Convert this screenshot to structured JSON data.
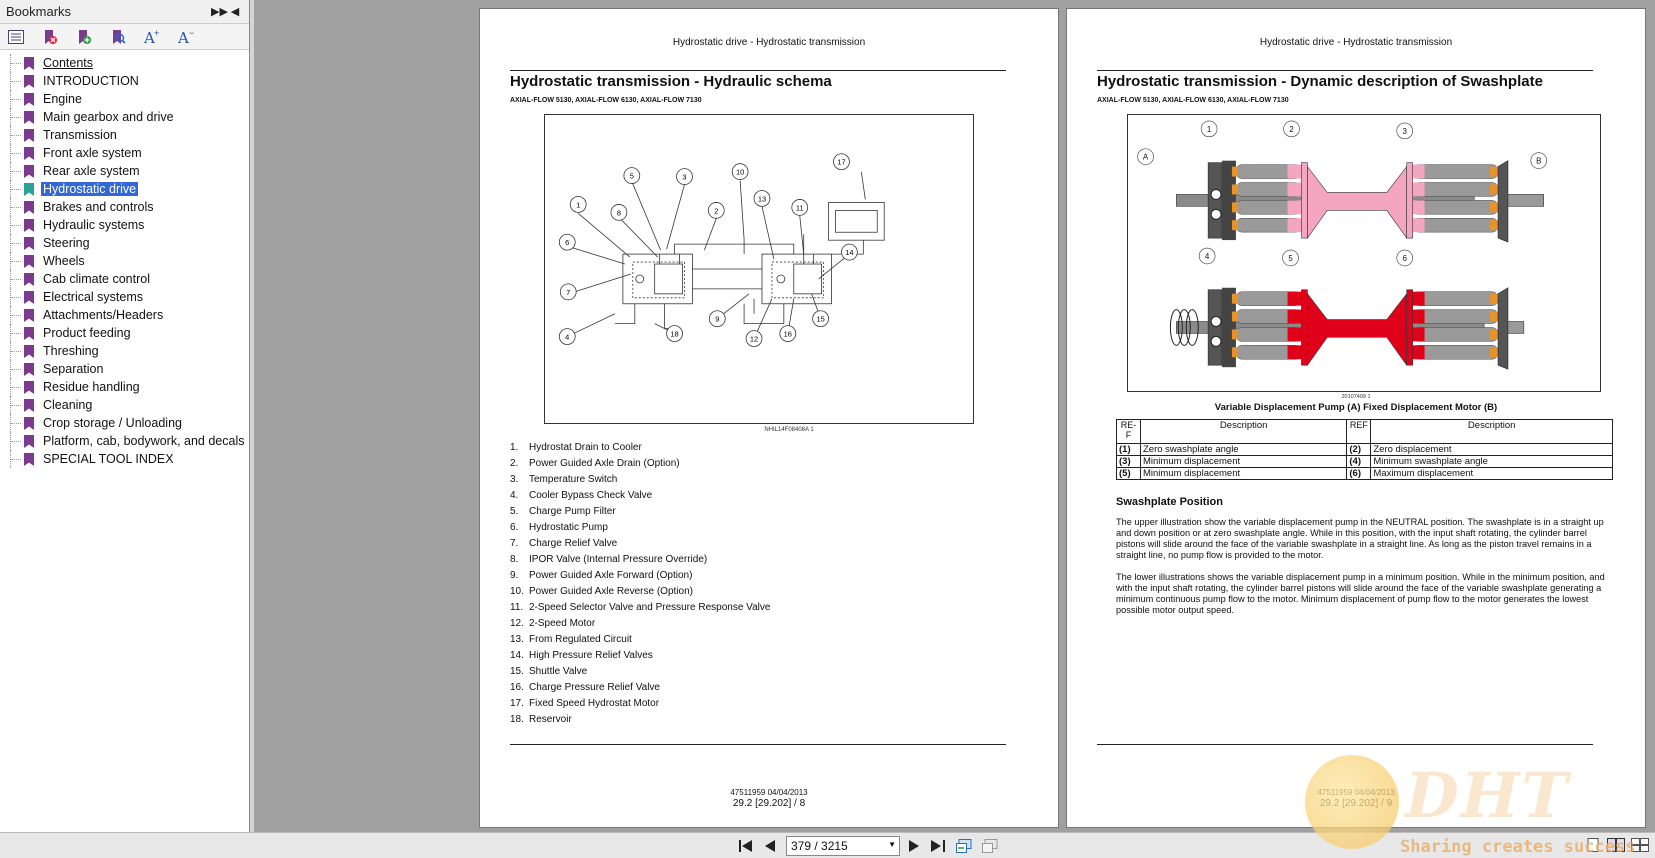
{
  "sidebar": {
    "title": "Bookmarks",
    "items": [
      {
        "label": "Contents"
      },
      {
        "label": "INTRODUCTION"
      },
      {
        "label": "Engine"
      },
      {
        "label": "Main gearbox and drive"
      },
      {
        "label": "Transmission"
      },
      {
        "label": "Front axle system"
      },
      {
        "label": "Rear axle system"
      },
      {
        "label": "Hydrostatic drive"
      },
      {
        "label": "Brakes and controls"
      },
      {
        "label": "Hydraulic systems"
      },
      {
        "label": "Steering"
      },
      {
        "label": "Wheels"
      },
      {
        "label": "Cab climate control"
      },
      {
        "label": "Electrical systems"
      },
      {
        "label": "Attachments/Headers"
      },
      {
        "label": "Product feeding"
      },
      {
        "label": "Threshing"
      },
      {
        "label": "Separation"
      },
      {
        "label": "Residue handling"
      },
      {
        "label": "Cleaning"
      },
      {
        "label": "Crop storage / Unloading"
      },
      {
        "label": "Platform, cab, bodywork, and decals"
      },
      {
        "label": "SPECIAL TOOL INDEX"
      }
    ],
    "active_index": 7,
    "bookmark_color": "#7a3b8f",
    "active_bookmark_color": "#2aa198"
  },
  "left_page": {
    "header": "Hydrostatic drive - Hydrostatic transmission",
    "title": "Hydrostatic transmission - Hydraulic schema",
    "models": "AXIAL-FLOW 5130, AXIAL-FLOW 6130, AXIAL-FLOW 7130",
    "figure_caption": "NHIL14F08408A    1",
    "parts": [
      {
        "n": "1.",
        "text": "Hydrostat Drain to Cooler"
      },
      {
        "n": "2.",
        "text": "Power Guided Axle Drain (Option)"
      },
      {
        "n": "3.",
        "text": "Temperature Switch"
      },
      {
        "n": "4.",
        "text": "Cooler Bypass Check Valve"
      },
      {
        "n": "5.",
        "text": "Charge Pump Filter"
      },
      {
        "n": "6.",
        "text": "Hydrostatic Pump"
      },
      {
        "n": "7.",
        "text": "Charge Relief Valve"
      },
      {
        "n": "8.",
        "text": "IPOR Valve (Internal Pressure Override)"
      },
      {
        "n": "9.",
        "text": "Power Guided Axle Forward (Option)"
      },
      {
        "n": "10.",
        "text": "Power Guided Axle Reverse (Option)"
      },
      {
        "n": "11.",
        "text": "2-Speed Selector Valve and Pressure Response Valve"
      },
      {
        "n": "12.",
        "text": "2-Speed Motor"
      },
      {
        "n": "13.",
        "text": "From Regulated Circuit"
      },
      {
        "n": "14.",
        "text": "High Pressure Relief Valves"
      },
      {
        "n": "15.",
        "text": "Shuttle Valve"
      },
      {
        "n": "16.",
        "text": "Charge Pressure Relief Valve"
      },
      {
        "n": "17.",
        "text": "Fixed Speed Hydrostat Motor"
      },
      {
        "n": "18.",
        "text": "Reservoir"
      }
    ],
    "callouts": [
      "1",
      "2",
      "3",
      "4",
      "5",
      "6",
      "7",
      "8",
      "9",
      "10",
      "11",
      "12",
      "13",
      "14",
      "15",
      "16",
      "17",
      "18"
    ],
    "footer_doc": "47511959 04/04/2013",
    "footer_page": "29.2 [29.202] / 8"
  },
  "right_page": {
    "header": "Hydrostatic drive - Hydrostatic transmission",
    "title": "Hydrostatic transmission - Dynamic description of Swashplate",
    "models": "AXIAL-FLOW 5130, AXIAL-FLOW 6130, AXIAL-FLOW 7130",
    "figure_caption": "20107409    1",
    "figure_title": "Variable Displacement Pump (A) Fixed Displacement Motor (B)",
    "figure_labels": {
      "a": "A",
      "b": "B",
      "n1": "1",
      "n2": "2",
      "n3": "3",
      "n4": "4",
      "n5": "5",
      "n6": "6"
    },
    "table": {
      "ref_header": "RE-F",
      "desc_header": "Description",
      "ref_header2": "REF",
      "desc_header2": "Description",
      "rows": [
        {
          "r1": "(1)",
          "d1": "Zero swashplate angle",
          "r2": "(2)",
          "d2": "Zero displacement"
        },
        {
          "r1": "(3)",
          "d1": "Minimum displacement",
          "r2": "(4)",
          "d2": "Minimum swashplate angle"
        },
        {
          "r1": "(5)",
          "d1": "Minimum displacement",
          "r2": "(6)",
          "d2": "Maximum displacement"
        }
      ]
    },
    "section_title": "Swashplate Position",
    "para1": "The upper illustration show the variable displacement pump in the NEUTRAL position. The swashplate is in a straight up and down position or at zero swashplate angle. While in this position, with the input shaft rotating, the cylinder barrel pistons will slide around the face of the variable swashplate in a straight line. As long as the piston travel remains in a straight line, no pump flow is provided to the motor.",
    "para2": "The lower illustrations shows the variable displacement pump in a minimum position. While in the minimum position, and with the input shaft rotating, the cylinder barrel pistons will slide around the face of the variable swashplate generating a minimum continuous pump flow to the motor. Minimum displacement of pump flow to the motor generates the lowest possible motor output speed.",
    "footer_doc": "47511959 04/04/2013",
    "footer_page": "29.2 [29.202] / 9",
    "colors": {
      "neutral_fluid": "#f4a6c0",
      "pressure_fluid": "#e0001a",
      "piston": "#9a9a9a",
      "end_cap": "#e8922a"
    }
  },
  "bottombar": {
    "page_indicator": "379 / 3215"
  },
  "watermark": {
    "logo": "DHT",
    "tagline": "Sharing creates success"
  }
}
